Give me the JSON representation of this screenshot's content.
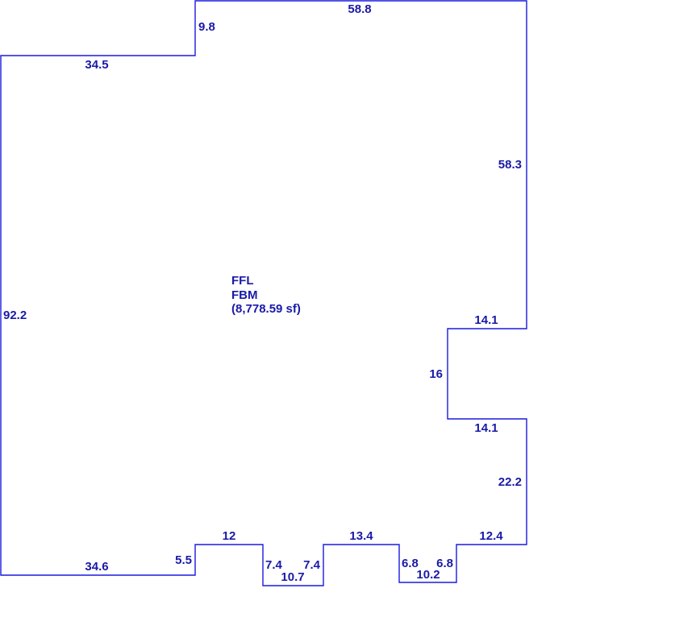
{
  "colors": {
    "outline": "#1a1adf",
    "label": "#1a1aa8",
    "background": "#ffffff"
  },
  "room": {
    "name": "FFL",
    "code": "FBM",
    "area": "(8,778.59 sf)"
  },
  "dimensions": {
    "top_right_width": "58.8",
    "top_step_height": "9.8",
    "top_left_width": "34.5",
    "right_upper_height": "58.3",
    "left_height": "92.2",
    "notch_top_width": "14.1",
    "notch_depth": "16",
    "notch_bottom_width": "14.1",
    "right_lower_height": "22.2",
    "bottom_right_width": "12.4",
    "bottom_left_width": "34.6",
    "bottom_step_height": "5.5",
    "bottom_segment_12": "12",
    "bump_a_left_height": "7.4",
    "bump_a_right_height": "7.4",
    "bump_a_width": "10.7",
    "bottom_segment_13_4": "13.4",
    "bump_b_left_height": "6.8",
    "bump_b_right_height": "6.8",
    "bump_b_width": "10.2"
  }
}
